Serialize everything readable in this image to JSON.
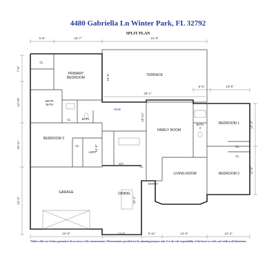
{
  "header": {
    "address": "4480 Gabriella Ln Winter Park, FL 32792",
    "plan_label": "SPLIT PLAN"
  },
  "rooms": {
    "primary_bedroom_line1": "PRIMARY",
    "primary_bedroom_line2": "BEDROOM",
    "closet": "CL",
    "terrace": "TERRACE",
    "mstr_bath_line1": "MSTR.",
    "mstr_bath_line2": "BATH",
    "bath": "BATH",
    "nook": "Nook",
    "family_room": "FAMILY ROOM",
    "bath2_line1": "BATH",
    "bath2_line2": "2",
    "bedroom1": "BEDROOM 1",
    "bedroom3": "BEDROOM 3",
    "laundry": "LDRY",
    "kitchen": "KIT.",
    "living_room": "LIVING ROOM",
    "bedroom2": "BEDROOM 2",
    "garage": "GARAGE",
    "dining": "DINING",
    "entry": "ENTRY"
  },
  "dimensions": {
    "top_1": "5'-9\"",
    "top_2": "16'-7\"",
    "top_3": "31'-8\"",
    "left_1": "7'-5\"",
    "left_2": "13'-10\"",
    "left_3": "10'-11\"",
    "left_4": "24'-4\"",
    "terrace_depth": "15'-6\"",
    "terrace_width": "28'-1\"",
    "right_top_1": "5'-9\"",
    "right_top_2": "10'-8\"",
    "right_1": "12'-4\"",
    "right_2": "11'-5\"",
    "family_height": "16'-11\"",
    "ldry_width": "14'-5\"",
    "dining_height": "10'-2\"",
    "bottom_1": "22'-8\"",
    "bottom_2": "12'-0\"",
    "bottom_3": "5'-11\"",
    "bottom_4": "14'-5\"",
    "bottom_5": "12'-2\""
  },
  "disclaimer": "Neither seller nor broker guarantees the accuracy of the measurements. Measurements provided are for planning purposes only. It is the sole responsibility of the buyer to verify and confirm all dimensions.",
  "colors": {
    "title": "#2b3b9c",
    "walls": "#222222"
  }
}
